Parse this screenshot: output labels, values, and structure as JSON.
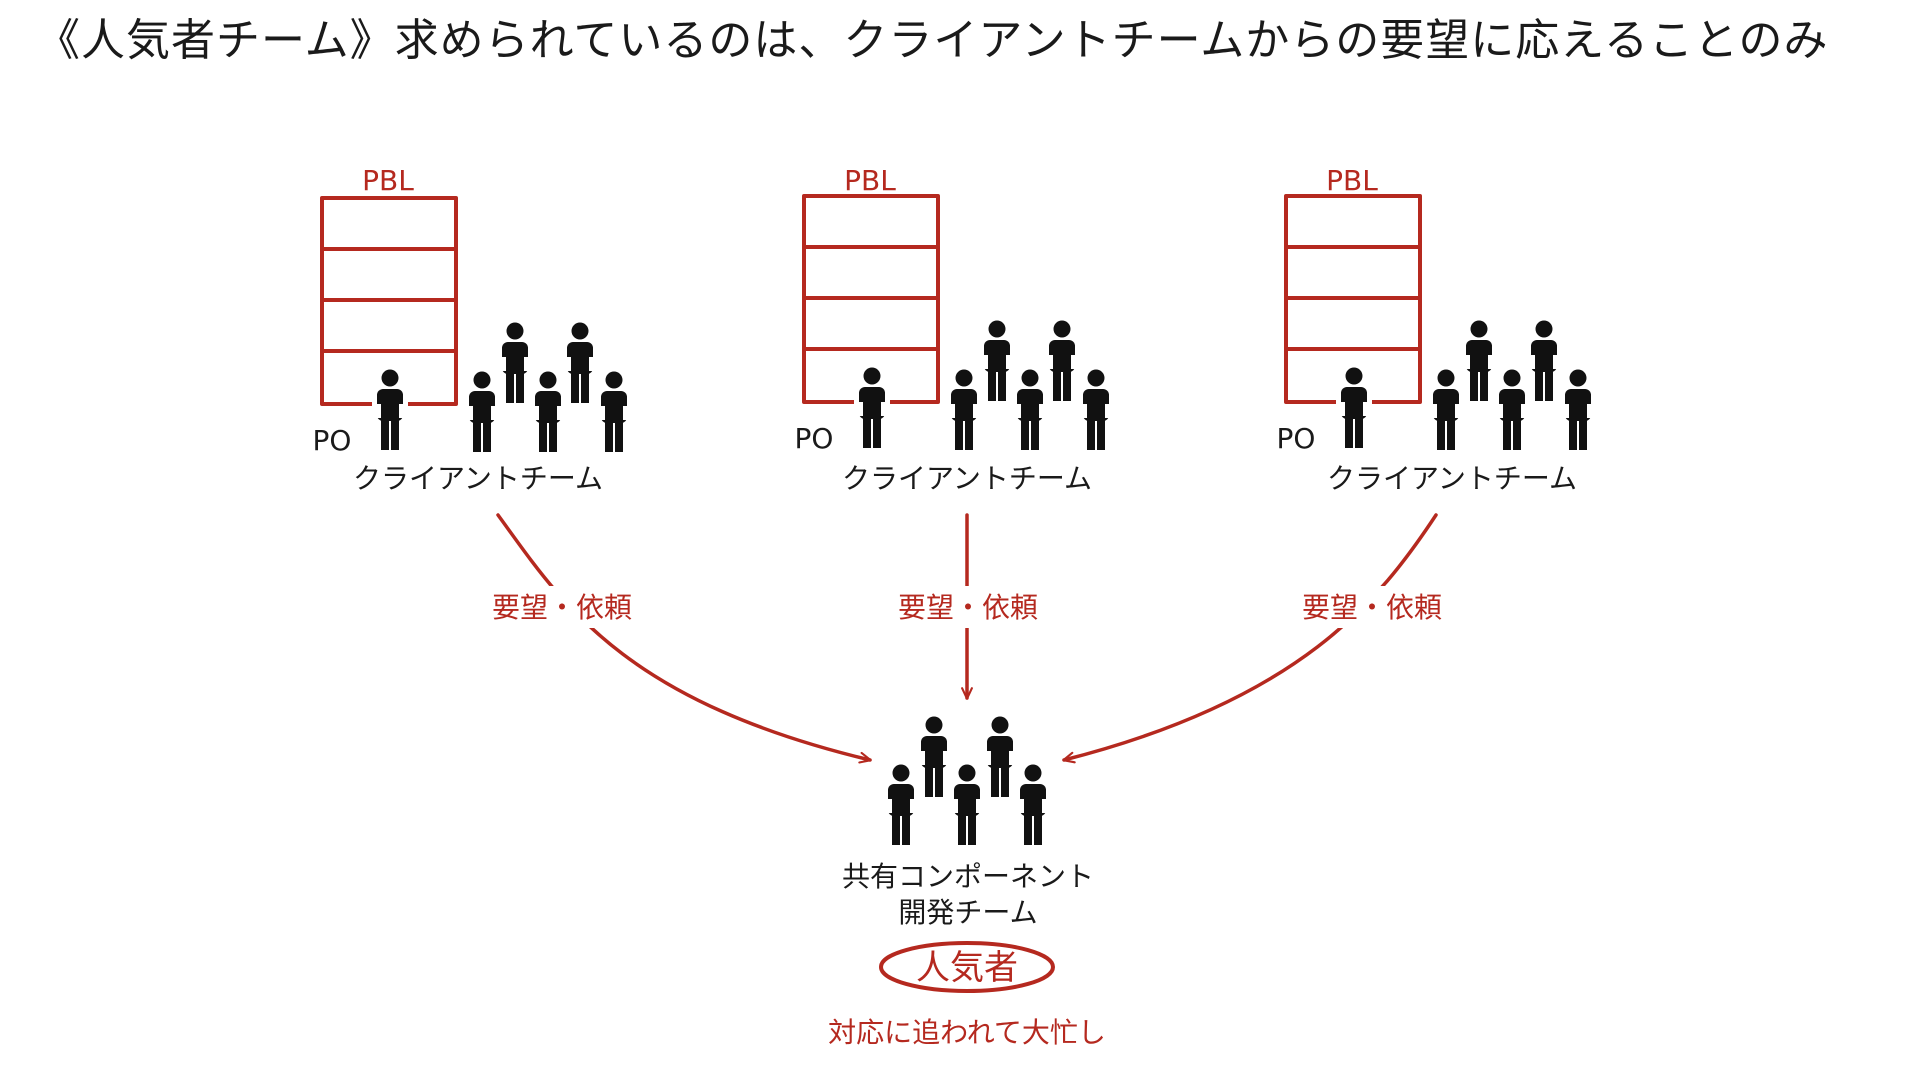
{
  "title": "《人気者チーム》求められているのは、クライアントチームからの要望に応えることのみ",
  "colors": {
    "accent_red": "#b5291f",
    "ink": "#111111"
  },
  "client_teams": [
    {
      "backlog_label": "PBL",
      "po_label": "PO",
      "team_label": "クライアントチーム",
      "request_label": "要望・依頼"
    },
    {
      "backlog_label": "PBL",
      "po_label": "PO",
      "team_label": "クライアントチーム",
      "request_label": "要望・依頼"
    },
    {
      "backlog_label": "PBL",
      "po_label": "PO",
      "team_label": "クライアントチーム",
      "request_label": "要望・依頼"
    }
  ],
  "shared_team": {
    "name_line1": "共有コンポーネント",
    "name_line2": "開発チーム",
    "badge": "人気者",
    "status": "対応に追われて大忙し"
  }
}
